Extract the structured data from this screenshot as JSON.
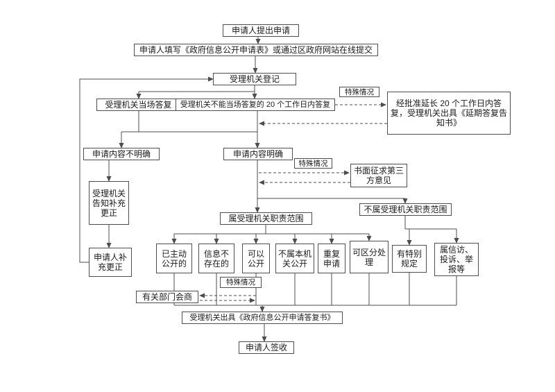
{
  "diagram": {
    "type": "flowchart",
    "language": "zh-CN",
    "line_color": "#4d4d4d",
    "nodes": {
      "submit": "申请人提出申请",
      "fill_form": "申请人填写《政府信息公开申请表》或通过区政府网站在线提交",
      "register": "受理机关登记",
      "onsite_reply": "受理机关当场答复",
      "reply_20days": "受理机关不能当场答复的 20 个工作日内答复",
      "special_case": "特殊情况",
      "extend_reply": "经批准延长 20 个工作日内答复，受理机关出具《延期答复告知书》",
      "content_unclear": "申请内容不明确",
      "content_clear": "申请内容明确",
      "third_party": "书面征求第三方意见",
      "notify_correct": "受理机关告知补充更正",
      "in_scope": "属受理机关职责范围",
      "out_scope": "不属受理机关职责范围",
      "applicant_correct": "申请人补充更正",
      "already_public": "已主动公开的",
      "info_not_exist": "信息不存在的",
      "can_public": "可以公开",
      "not_this_org": "不属本机关公开",
      "repeat_apply": "重复申请",
      "separable": "可区分处理",
      "special_rule": "有特别规定",
      "petition": "属信访、投诉、举报等",
      "consult": "有关部门会商",
      "issue_reply": "受理机关出具《政府信息公开申请答复书》",
      "sign": "申请人签收"
    }
  }
}
